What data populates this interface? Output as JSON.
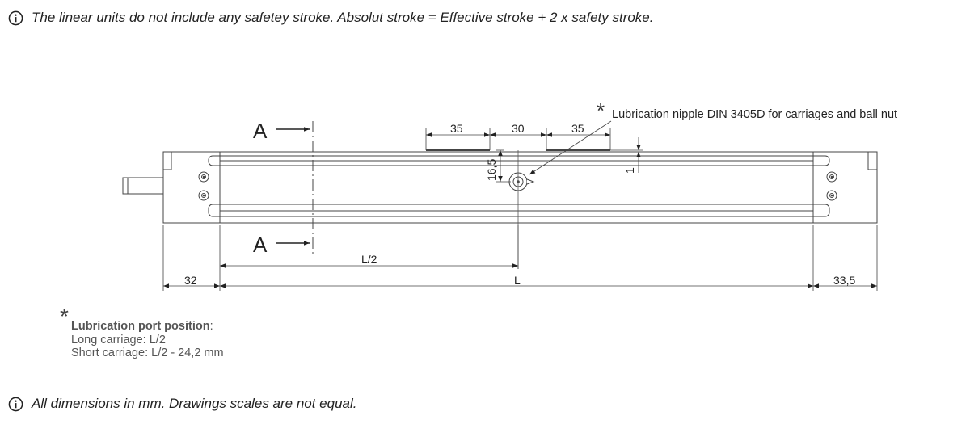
{
  "notes": {
    "top": "The linear units do not include any safetey stroke. Absolut stroke = Effective stroke + 2 x safety stroke.",
    "bottom": "All dimensions in mm. Drawings scales are not equal."
  },
  "icons": {
    "info": "info-circle-icon"
  },
  "section": {
    "label_top": "A",
    "label_bottom": "A"
  },
  "dimensions": {
    "d35_left": "35",
    "d30": "30",
    "d35_right": "35",
    "d16_5": "16,5",
    "d1": "1",
    "half_length": "L/2",
    "length": "L",
    "left_end": "32",
    "right_end": "33,5"
  },
  "lubrication": {
    "star": "*",
    "nipple_label": "Lubrication nipple DIN 3405D for carriages and ball nut",
    "port_title": "Lubrication port position",
    "port_colon": ":",
    "long_carriage": "Long carriage: L/2",
    "short_carriage": "Short carriage: L/2 - 24,2 mm"
  }
}
